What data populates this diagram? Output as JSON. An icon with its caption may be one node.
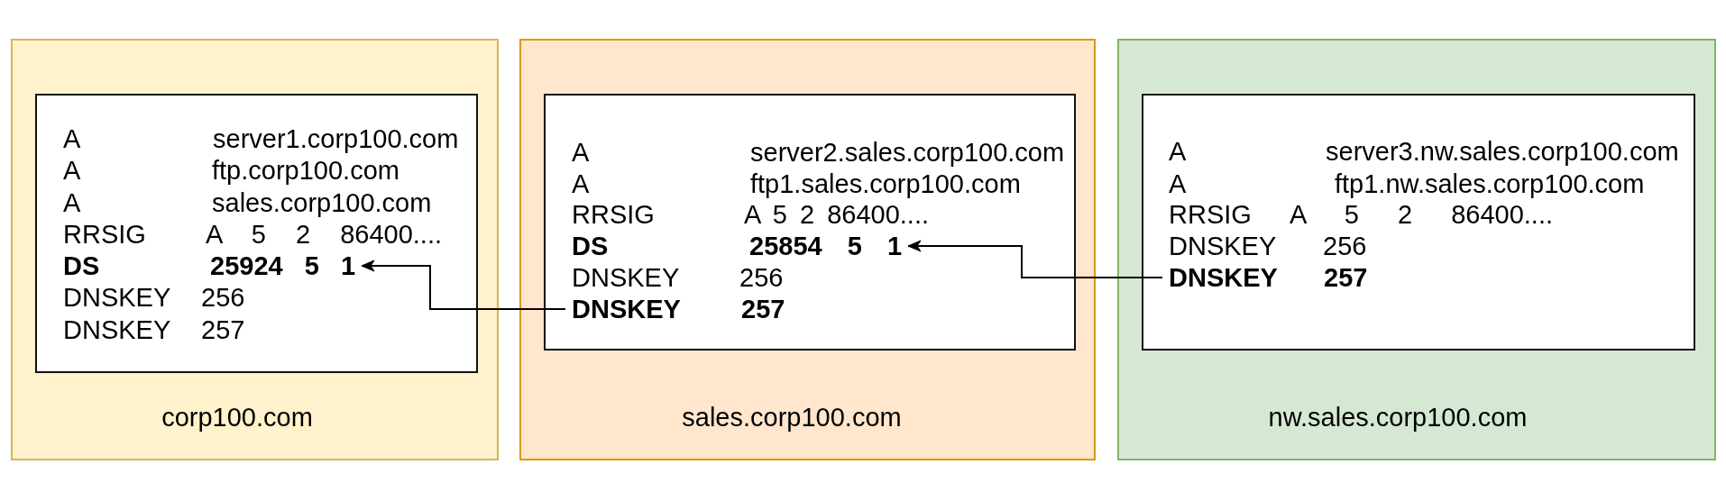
{
  "diagram": {
    "nodes": [
      {
        "text": [
          "corp100.com"
        ]
      },
      {
        "text": [],
        "shape": "box",
        "in": 0
      },
      {
        "text": [
          "A",
          "server1.corp100.com"
        ],
        "in": 1
      },
      {
        "text": [
          "A",
          "ftp.corp100.com"
        ],
        "in": 1
      },
      {
        "text": [
          "A",
          "sales.corp100.com"
        ],
        "in": 1
      },
      {
        "text": [
          "RRSIG",
          "A 5 2 86400...."
        ],
        "in": 1
      },
      {
        "text": [
          "DS",
          "25924 5 1"
        ],
        "in": 1
      },
      {
        "text": [
          "DNSKEY",
          "256"
        ],
        "in": 1
      },
      {
        "text": [
          "DNSKEY",
          "257"
        ],
        "in": 1
      },
      {
        "text": [
          "sales.corp100.com"
        ]
      },
      {
        "text": [],
        "shape": "box",
        "in": 9
      },
      {
        "text": [
          "A",
          "server2.sales.corp100.com"
        ],
        "in": 10
      },
      {
        "text": [
          "A",
          "ftp1.sales.corp100.com"
        ],
        "in": 10
      },
      {
        "text": [
          "RRSIG",
          "A 5 2 86400...."
        ],
        "in": 10
      },
      {
        "text": [
          "DS",
          "25854 5 1"
        ],
        "in": 10
      },
      {
        "text": [
          "DNSKEY",
          "256"
        ],
        "in": 10
      },
      {
        "text": [
          "DNSKEY",
          "257"
        ],
        "in": 10
      },
      {
        "text": [
          "nw.sales.corp100.com"
        ]
      },
      {
        "text": [],
        "shape": "box",
        "in": 17
      },
      {
        "text": [
          "A",
          "server3.nw.sales.corp100.com"
        ],
        "in": 18
      },
      {
        "text": [
          "A",
          "ftp1.nw.sales.corp100.com"
        ],
        "in": 18
      },
      {
        "text": [
          "RRSIG",
          "A 5 2 86400...."
        ],
        "in": 18
      },
      {
        "text": [
          "DNSKEY",
          "256"
        ],
        "in": 18
      },
      {
        "text": [
          "DNSKEY",
          "257"
        ],
        "in": 18
      }
    ],
    "edges": [
      {
        "from": 16,
        "to": 6,
        "arrow": "to"
      },
      {
        "from": 23,
        "to": 14,
        "arrow": "to"
      }
    ]
  }
}
